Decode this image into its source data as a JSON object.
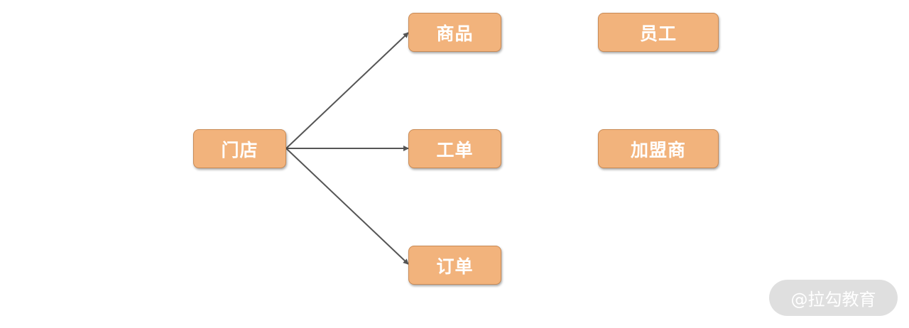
{
  "nodes": {
    "store": "门店",
    "product": "商品",
    "work_order": "工单",
    "order": "订单",
    "staff": "员工",
    "franchise": "加盟商"
  },
  "edges": [
    {
      "from": "门店",
      "to": "商品"
    },
    {
      "from": "门店",
      "to": "工单"
    },
    {
      "from": "门店",
      "to": "订单"
    }
  ],
  "watermark": "@拉勾教育",
  "colors": {
    "node_fill": "#f2b37c",
    "node_text": "#ffffff",
    "arrow": "#555555"
  }
}
